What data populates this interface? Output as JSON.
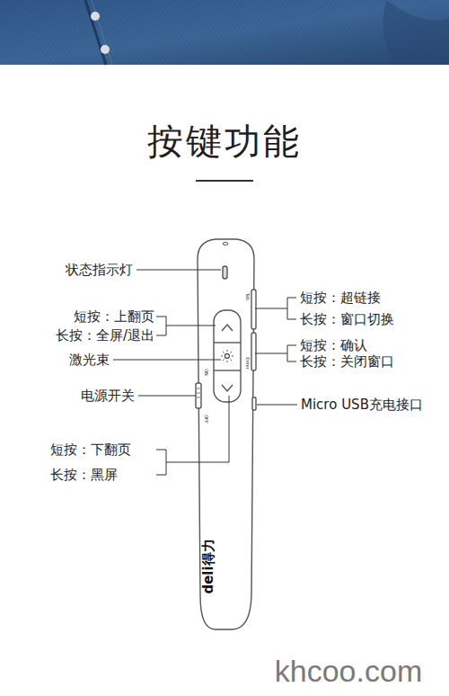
{
  "diagram": {
    "title": "按键功能",
    "labels": [
      "状态指示灯",
      "短按：上翻页",
      "长按：全屏/退出",
      "激光束",
      "电源开关",
      "短按：下翻页",
      "长按：黑屏",
      "短按：超链接",
      "长按：窗口切换",
      "短按：确认",
      "长按：关闭窗口",
      "Micro USB充电接口",
      "ON",
      "OFF",
      "Tab",
      "Enter",
      "deli得力",
      "khcoo.com"
    ]
  }
}
